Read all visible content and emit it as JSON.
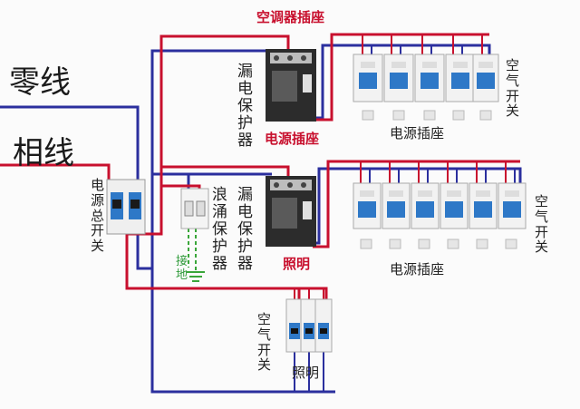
{
  "labels": {
    "neutral_line": "零线",
    "live_line": "相线",
    "main_switch": "电源总开关",
    "surge_protector": "浪涌保护器",
    "leakage_protector_top": "漏电保护器",
    "leakage_protector_mid": "漏电保护器",
    "ac_socket": "空调器插座",
    "power_socket_red": "电源插座",
    "lighting_red": "照明",
    "power_socket_top": "电源插座",
    "power_socket_mid": "电源插座",
    "air_switch_top": "空气开关",
    "air_switch_mid": "空气开关",
    "air_switch_bottom": "空气开关",
    "lighting_bottom": "照明",
    "ground": "接地"
  },
  "colors": {
    "neutral_wire": "#2b2f9e",
    "live_wire": "#c8102e",
    "ground_wire": "#3aa63a",
    "breaker_body": "#f2f2f2",
    "breaker_blue": "#2e78c7",
    "rcd_body": "#2c2c2c"
  }
}
